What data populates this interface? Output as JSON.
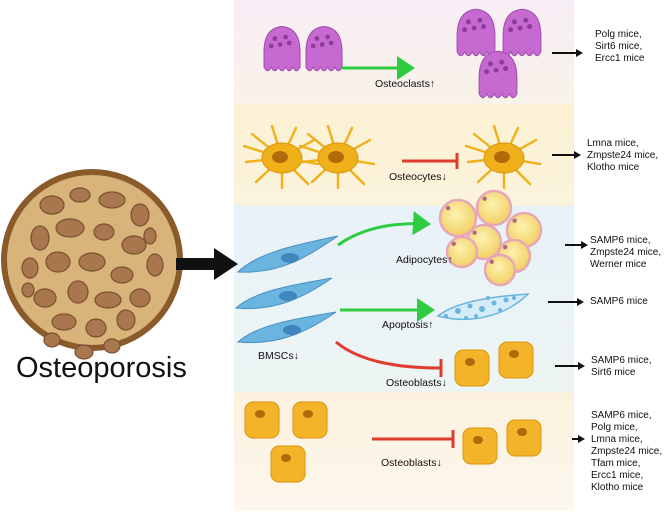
{
  "title": "Osteoporosis",
  "rows": [
    {
      "label": "Osteoclasts↑",
      "effect": "increase",
      "mice": [
        "Polg mice,",
        "Sirt6 mice,",
        "Ercc1 mice"
      ]
    },
    {
      "label": "Osteocytes↓",
      "effect": "decrease",
      "mice": [
        "Lmna mice,",
        "Zmpste24 mice,",
        "Klotho mice"
      ]
    },
    {
      "label": "Adipocytes↑",
      "effect": "increase",
      "mice": [
        "SAMP6 mice,",
        "Zmpste24 mice,",
        "Werner mice"
      ]
    },
    {
      "label": "Apoptosis↑",
      "effect": "increase",
      "mice": [
        "SAMP6 mice"
      ]
    },
    {
      "label": "Osteoblasts↓",
      "effect": "decrease",
      "mice": [
        "SAMP6 mice,",
        "Sirt6 mice"
      ]
    },
    {
      "label": "Osteoblasts↓",
      "effect": "decrease",
      "mice": [
        "SAMP6 mice,",
        "Polg mice,",
        "Lmna mice,",
        "Zmpste24 mice,",
        "Tfam mice,",
        "Ercc1 mice,",
        "Klotho mice"
      ]
    }
  ],
  "bmsc_label": "BMSCs↓",
  "colors": {
    "increase_arrow": "#2ecc40",
    "decrease_arrow": "#e03c2e",
    "osteoclast": "#c66ad2",
    "osteocyte": "#f0b01a",
    "bmsc": "#6ab4e0",
    "adipocyte": "#f6e07a",
    "osteoblast": "#f3b42a",
    "bone": "#b07a4a"
  }
}
